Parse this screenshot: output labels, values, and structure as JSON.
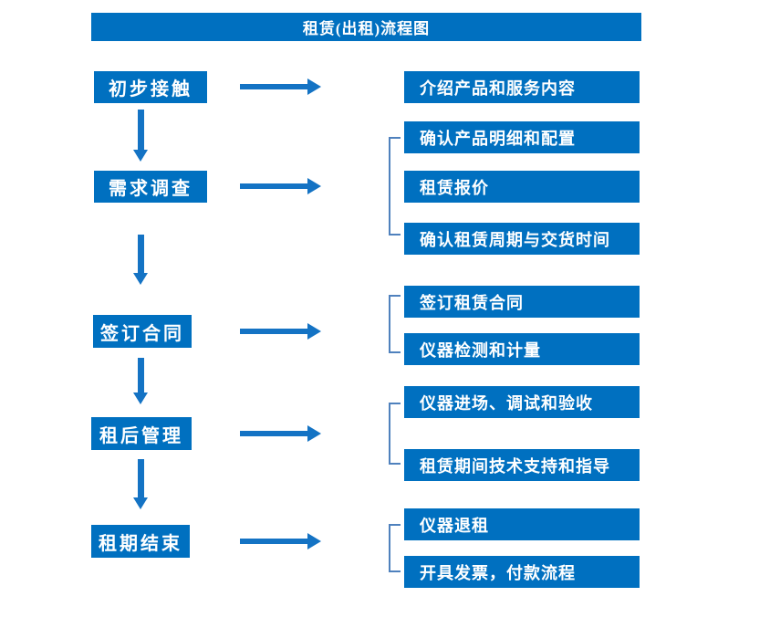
{
  "title": "租赁(出租)流程图",
  "colors": {
    "primary": "#0070c0",
    "arrow": "#1473c4",
    "bracket": "#4f81bd",
    "text-on-primary": "#ffffff"
  },
  "steps": [
    {
      "label": "初步接触",
      "details": [
        "介绍产品和服务内容"
      ]
    },
    {
      "label": "需求调查",
      "details": [
        "确认产品明细和配置",
        "租赁报价",
        "确认租赁周期与交货时间"
      ]
    },
    {
      "label": "签订合同",
      "details": [
        "签订租赁合同",
        "仪器检测和计量"
      ]
    },
    {
      "label": "租后管理",
      "details": [
        "仪器进场、调试和验收",
        "租赁期间技术支持和指导"
      ]
    },
    {
      "label": "租期结束",
      "details": [
        "仪器退租",
        "开具发票，付款流程"
      ]
    }
  ]
}
